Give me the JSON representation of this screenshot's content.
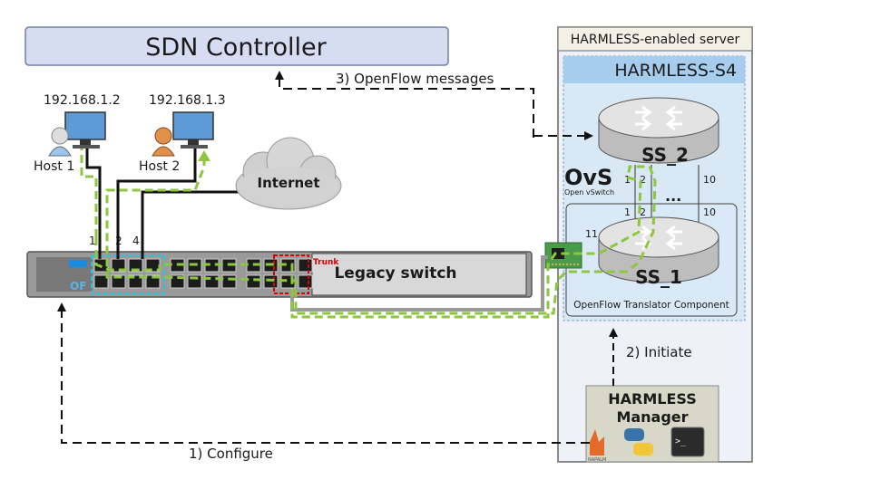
{
  "controller": {
    "label": "SDN Controller"
  },
  "hosts": [
    {
      "ip": "192.168.1.2",
      "label": "Host 1"
    },
    {
      "ip": "192.168.1.3",
      "label": "Host 2"
    }
  ],
  "cloud": {
    "label": "Internet"
  },
  "legacy_switch": {
    "label": "Legacy switch",
    "trunk_label": "Trunk",
    "of_label": "OF",
    "port_labels": [
      "1",
      "2",
      "4"
    ]
  },
  "server": {
    "title": "HARMLESS-enabled server",
    "subtitle": "HARMLESS-S4"
  },
  "ovs": {
    "logo": "OvS",
    "caption": "Open vSwitch"
  },
  "switches": {
    "ss2": {
      "label": "SS_2"
    },
    "ss1": {
      "label": "SS_1"
    },
    "ellipsis": "...",
    "port_labels": {
      "ss2_a": "1",
      "ss2_b": "2",
      "ss2_c": "10",
      "ss1_a": "1",
      "ss1_b": "2",
      "ss1_c": "10",
      "ss1_uplink": "11"
    }
  },
  "translator": {
    "label": "OpenFlow Translator Component"
  },
  "manager": {
    "title_line1": "HARMLESS",
    "title_line2": "Manager",
    "napalm_label": "NAPALM"
  },
  "arrows": {
    "openflow": "3) OpenFlow messages",
    "initiate": "2) Initiate",
    "configure": "1) Configure"
  },
  "colors": {
    "flow_green": "#8dc63f",
    "controller_fill": "#d6dcf2",
    "server_fill": "#eef2f8",
    "s4_fill": "#d8e8f5",
    "s4_header": "#a6cdee"
  }
}
